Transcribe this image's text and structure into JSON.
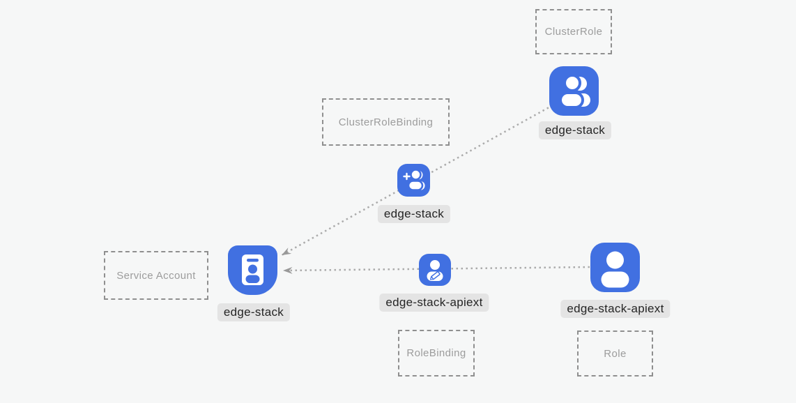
{
  "diagram": {
    "background": "#f6f7f7",
    "accent_blue": "#4170e1",
    "line_color": "#ababab",
    "arrow_color": "#999999",
    "label_pill_bg": "#e4e4e4"
  },
  "type_boxes": {
    "cluster_role": "ClusterRole",
    "cluster_role_binding": "ClusterRoleBinding",
    "service_account": "Service Account",
    "role_binding": "RoleBinding",
    "role": "Role"
  },
  "nodes": {
    "cluster_role": {
      "label": "edge-stack",
      "icon": "users-icon"
    },
    "cluster_role_binding": {
      "label": "edge-stack",
      "icon": "user-plus-icon"
    },
    "service_account": {
      "label": "edge-stack",
      "icon": "id-badge-icon"
    },
    "role_binding": {
      "label": "edge-stack-apiext",
      "icon": "user-edit-icon"
    },
    "role": {
      "label": "edge-stack-apiext",
      "icon": "user-icon"
    }
  },
  "edges": {
    "cluster_role_to_service_account": "dotted-arrow",
    "role_to_service_account": "dotted-arrow"
  }
}
